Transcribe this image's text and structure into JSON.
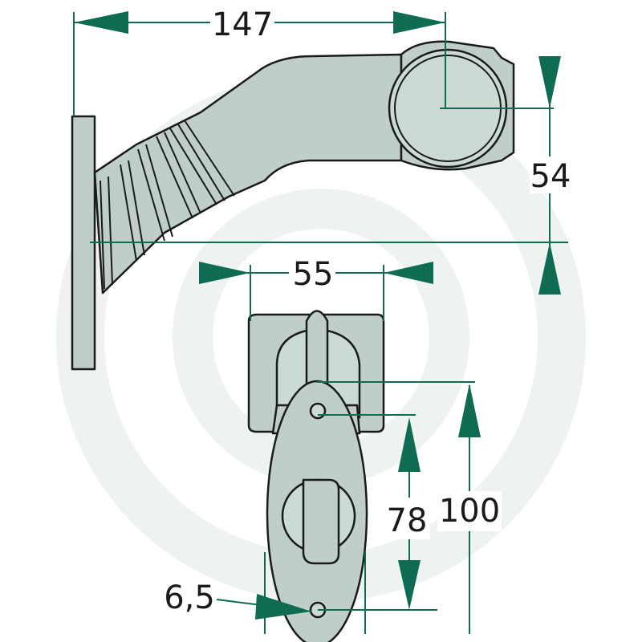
{
  "dimensions": {
    "length_top": "147",
    "height_right": "54",
    "width_bottom": "55",
    "hole_spacing": "78",
    "total_height": "100",
    "hole_diameter": "6,5"
  },
  "colors": {
    "accent": "#0f6b52",
    "part_fill": "#bfcfc8",
    "outline": "#1a1a1a",
    "watermark": "#eef3f1"
  }
}
